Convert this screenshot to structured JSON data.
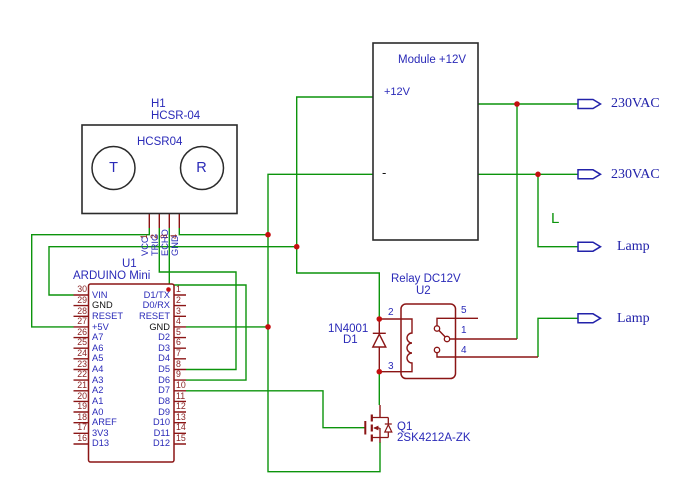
{
  "colors": {
    "wire_green": "#0c940c",
    "outline_dark_red": "#8b1515",
    "junction_red": "#c40f0f",
    "label_blue": "#2a2ab8",
    "pin_number_red": "#8b2525",
    "box_black": "#2b2b2b",
    "net_label_blue": "#2222aa"
  },
  "sensor": {
    "ref": "H1",
    "part": "HCSR-04",
    "inner_label": "HCSR04",
    "transmitter": "T",
    "receiver": "R",
    "pins": [
      {
        "num": "1",
        "name": "VCC"
      },
      {
        "num": "2",
        "name": "TRIG"
      },
      {
        "num": "3",
        "name": "ECHO"
      },
      {
        "num": "4",
        "name": "GND"
      }
    ]
  },
  "arduino": {
    "ref": "U1",
    "part": "ARDUINO Mini",
    "left_pins": [
      {
        "num": "30",
        "label": "VIN"
      },
      {
        "num": "29",
        "label": "GND"
      },
      {
        "num": "28",
        "label": "RESET"
      },
      {
        "num": "27",
        "label": "+5V"
      },
      {
        "num": "26",
        "label": "A7"
      },
      {
        "num": "25",
        "label": "A6"
      },
      {
        "num": "24",
        "label": "A5"
      },
      {
        "num": "23",
        "label": "A4"
      },
      {
        "num": "22",
        "label": "A3"
      },
      {
        "num": "21",
        "label": "A2"
      },
      {
        "num": "20",
        "label": "A1"
      },
      {
        "num": "19",
        "label": "A0"
      },
      {
        "num": "18",
        "label": "AREF"
      },
      {
        "num": "17",
        "label": "3V3"
      },
      {
        "num": "16",
        "label": "D13"
      }
    ],
    "right_pins": [
      {
        "num": "1",
        "label": "D1/TX"
      },
      {
        "num": "2",
        "label": "D0/RX"
      },
      {
        "num": "3",
        "label": "RESET"
      },
      {
        "num": "4",
        "label": "GND"
      },
      {
        "num": "5",
        "label": "D2"
      },
      {
        "num": "6",
        "label": "D3"
      },
      {
        "num": "7",
        "label": "D4"
      },
      {
        "num": "8",
        "label": "D5"
      },
      {
        "num": "9",
        "label": "D6"
      },
      {
        "num": "10",
        "label": "D7"
      },
      {
        "num": "11",
        "label": "D8"
      },
      {
        "num": "12",
        "label": "D9"
      },
      {
        "num": "13",
        "label": "D10"
      },
      {
        "num": "14",
        "label": "D11"
      },
      {
        "num": "15",
        "label": "D12"
      }
    ]
  },
  "module": {
    "title": "Module +12V",
    "plus_pin": "+12V",
    "minus_pin": "-"
  },
  "relay": {
    "title": "Relay DC12V",
    "ref": "U2",
    "pin_left_top": "2",
    "pin_left_bottom": "3",
    "pin_right_top": "5",
    "pin_right_mid": "1",
    "pin_right_bottom": "4"
  },
  "diode": {
    "value": "1N4001",
    "ref": "D1"
  },
  "mosfet": {
    "ref": "Q1",
    "value": "2SK4212A-ZK"
  },
  "connectors": [
    {
      "label": "230VAC"
    },
    {
      "label": "230VAC"
    },
    {
      "label": "Lamp"
    },
    {
      "label": "Lamp"
    }
  ],
  "net_label": "L"
}
